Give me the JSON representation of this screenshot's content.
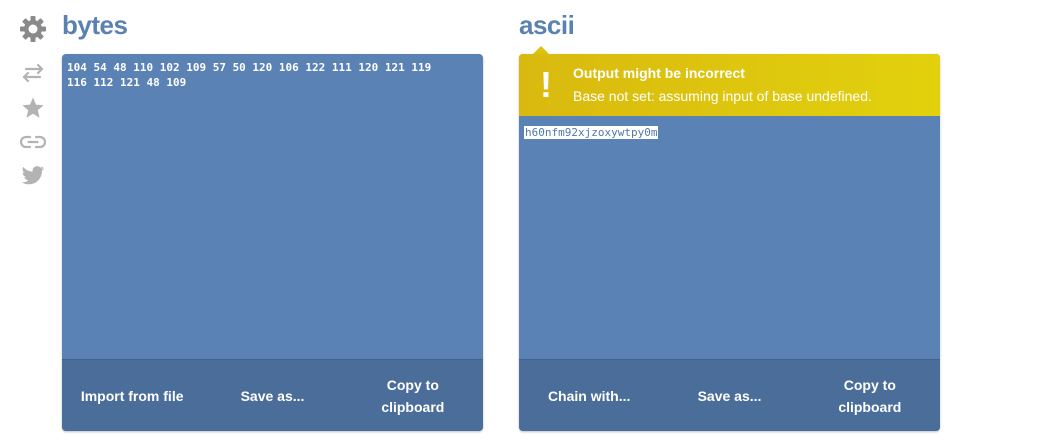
{
  "sidebar": {
    "icons": [
      "gear-icon",
      "swap-icon",
      "star-icon",
      "link-icon",
      "twitter-icon"
    ],
    "icon_color": "#b3b3b3",
    "gear_color": "#8a8a8a"
  },
  "input_panel": {
    "title": "bytes",
    "content": "104 54 48 110 102 109 57 50 120 106 122 111 120 121 119\n116 112 121 48 109",
    "buttons": {
      "import": "Import from file",
      "save": "Save as...",
      "copy": "Copy to\nclipboard"
    }
  },
  "output_panel": {
    "title": "ascii",
    "warning": {
      "title": "Output might be incorrect",
      "message": "Base not set: assuming input of base undefined.",
      "icon": "!"
    },
    "content": "h60nfm92xjzoxywtpy0m",
    "buttons": {
      "chain": "Chain with...",
      "save": "Save as...",
      "copy": "Copy to\nclipboard"
    }
  },
  "colors": {
    "panel": "#5a82b4",
    "footer": "#4b6d9a",
    "title": "#5a81b1",
    "warning": "#dcc10e"
  }
}
